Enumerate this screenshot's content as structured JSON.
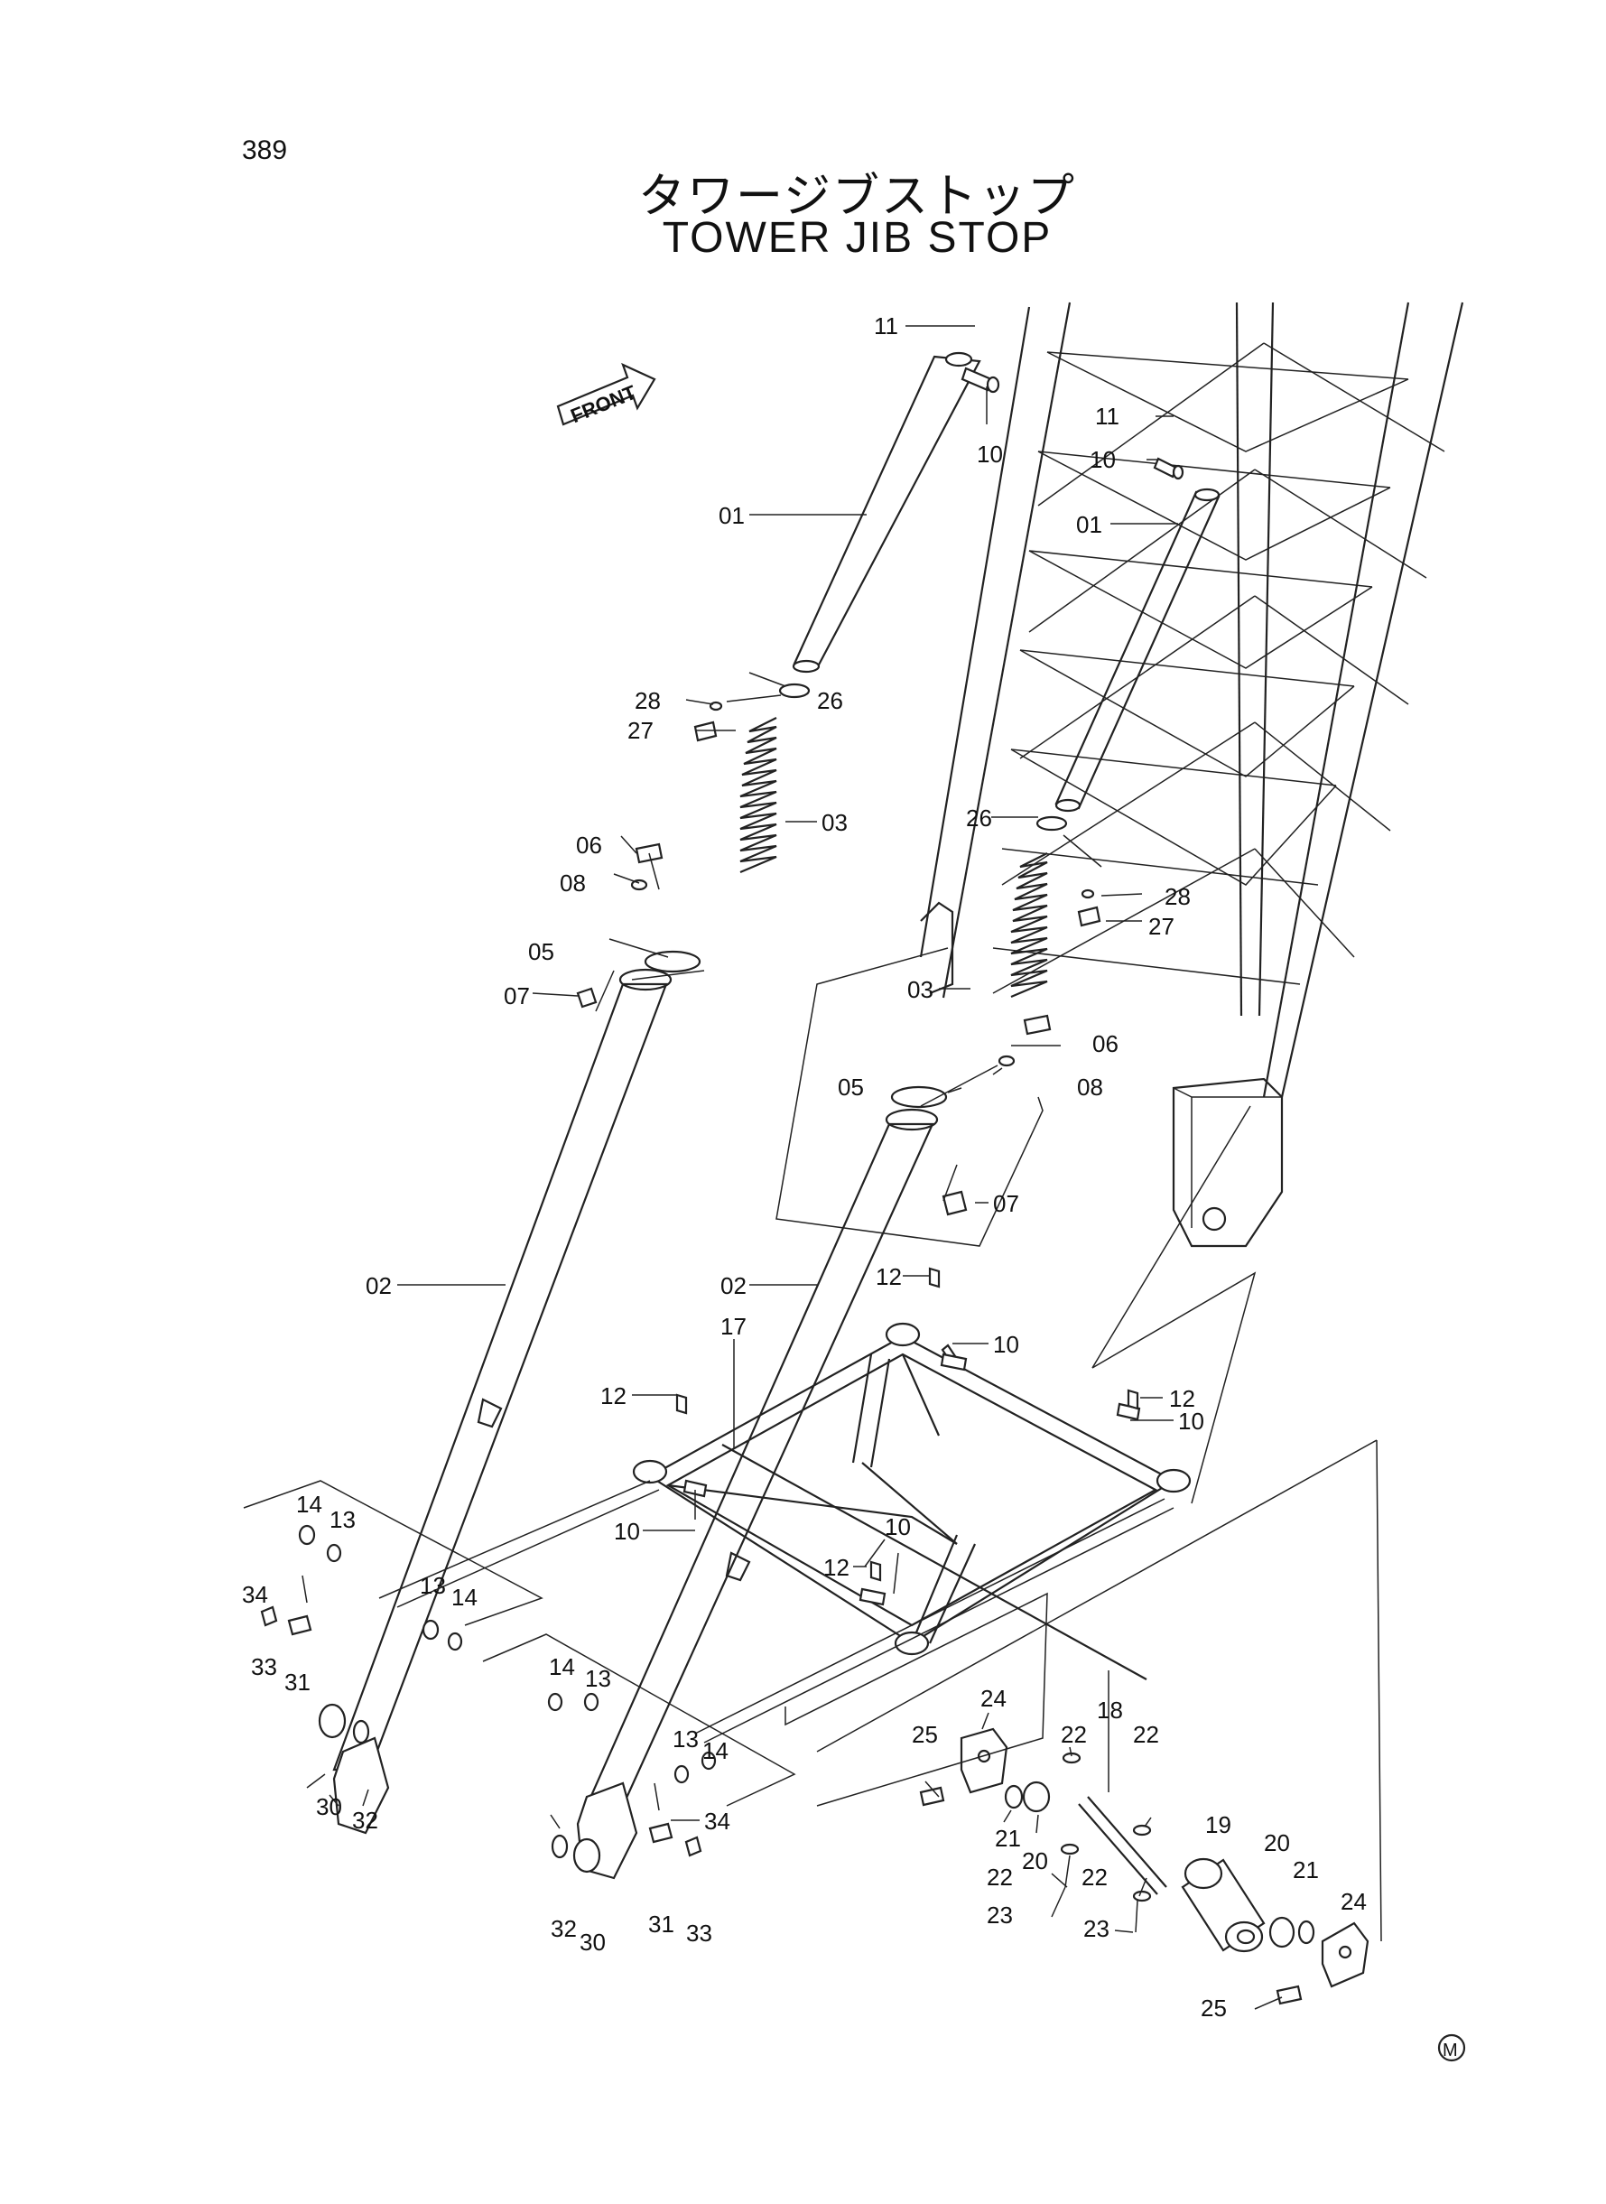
{
  "page_number": "389",
  "title_jp": "タワージブストップ",
  "title_en": "TOWER JIB STOP",
  "front_label": "FRONT",
  "mark": "M",
  "callouts": {
    "c11a": "11",
    "c10a": "10",
    "c11b": "11",
    "c10b": "10",
    "c01a": "01",
    "c01b": "01",
    "c28a": "28",
    "c26a": "26",
    "c27a": "27",
    "c03a": "03",
    "c06a": "06",
    "c08a": "08",
    "c05a": "05",
    "c07a": "07",
    "c26b": "26",
    "c28b": "28",
    "c27b": "27",
    "c03b": "03",
    "c06b": "06",
    "c05b": "05",
    "c08b": "08",
    "c07b": "07",
    "c02a": "02",
    "c02b": "02",
    "c12a": "12",
    "c10c": "10",
    "c17": "17",
    "c12b": "12",
    "c10d": "10",
    "c12c": "12",
    "c10e": "10",
    "c10f": "10",
    "c12d": "12",
    "c14a": "14",
    "c13a": "13",
    "c34a": "34",
    "c33a": "33",
    "c31a": "31",
    "c13b": "13",
    "c14b": "14",
    "c30a": "30",
    "c32a": "32",
    "c14c": "14",
    "c13c": "13",
    "c13d": "13",
    "c14d": "14",
    "c34b": "34",
    "c32b": "32",
    "c30b": "30",
    "c31b": "31",
    "c33b": "33",
    "c24a": "24",
    "c25a": "25",
    "c22a": "22",
    "c18": "18",
    "c22b": "22",
    "c21a": "21",
    "c20a": "20",
    "c22c": "22",
    "c23a": "23",
    "c22d": "22",
    "c23b": "23",
    "c19": "19",
    "c20b": "20",
    "c21b": "21",
    "c24b": "24",
    "c25b": "25"
  }
}
